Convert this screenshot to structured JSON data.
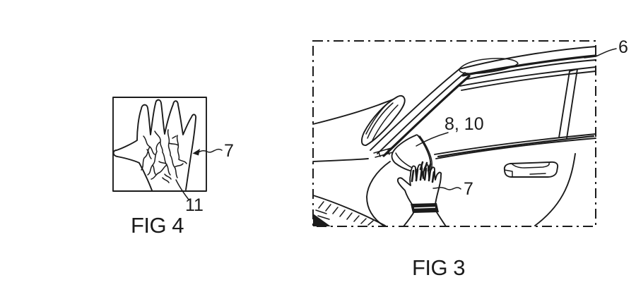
{
  "colors": {
    "background": "#ffffff",
    "ink": "#1b1b1b"
  },
  "figures": {
    "fig3": {
      "caption": "FIG 3",
      "refs": {
        "window_frame": "6",
        "mirror_sensor": "8, 10",
        "hand": "7"
      }
    },
    "fig4": {
      "caption": "FIG 4",
      "refs": {
        "hand": "7",
        "vein_pattern": "11"
      }
    }
  }
}
